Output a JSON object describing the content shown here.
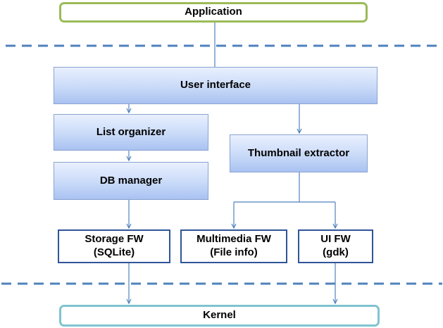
{
  "diagram": {
    "application": "Application",
    "user_interface": "User interface",
    "list_organizer": "List organizer",
    "db_manager": "DB manager",
    "thumbnail_extractor": "Thumbnail extractor",
    "storage_fw": "Storage FW\n(SQLite)",
    "multimedia_fw": "Multimedia FW\n(File info)",
    "ui_fw": "UI FW\n(gdk)",
    "kernel": "Kernel"
  },
  "colors": {
    "connector": "#4f81bd",
    "dashed_separator": "#4f81bd",
    "application_border": "#9bbb59",
    "kernel_border": "#7fc4cf",
    "fw_border": "#2f5597"
  }
}
